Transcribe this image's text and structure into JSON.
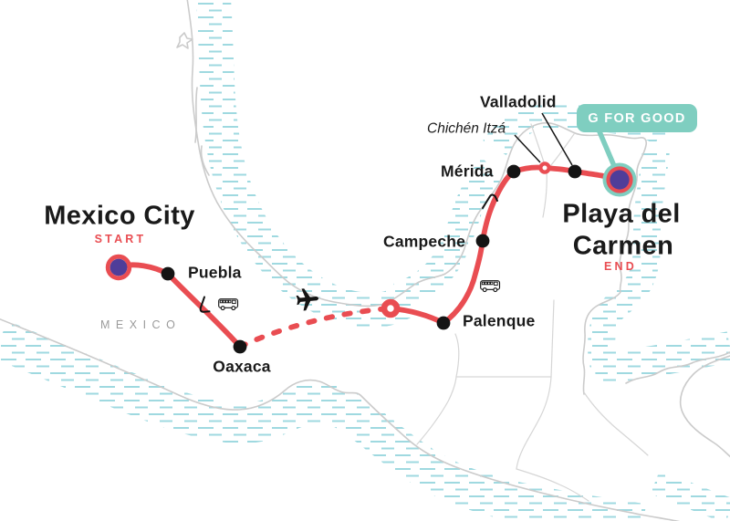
{
  "map": {
    "region_label": "MEXICO",
    "badge": {
      "label": "G FOR GOOD"
    },
    "route": {
      "start": {
        "name": "Mexico City",
        "tag": "START"
      },
      "end": {
        "name_line1": "Playa del",
        "name_line2": "Carmen",
        "tag": "END"
      },
      "stops": {
        "puebla": "Puebla",
        "oaxaca": "Oaxaca",
        "palenque": "Palenque",
        "campeche": "Campeche",
        "merida": "Mérida",
        "chichen_itza": "Chichén Itzá",
        "valladolid": "Valladolid"
      },
      "transport_modes": [
        "bus",
        "plane",
        "bus"
      ]
    },
    "colors": {
      "route_red": "#E94D52",
      "marker_purple": "#4F3D99",
      "badge_teal": "#7FCEC0",
      "hatch_blue": "#9FD9E0",
      "coast_gray": "#CBCBCB",
      "text_black": "#1A1A1A",
      "region_gray": "#9B9B9B"
    }
  }
}
